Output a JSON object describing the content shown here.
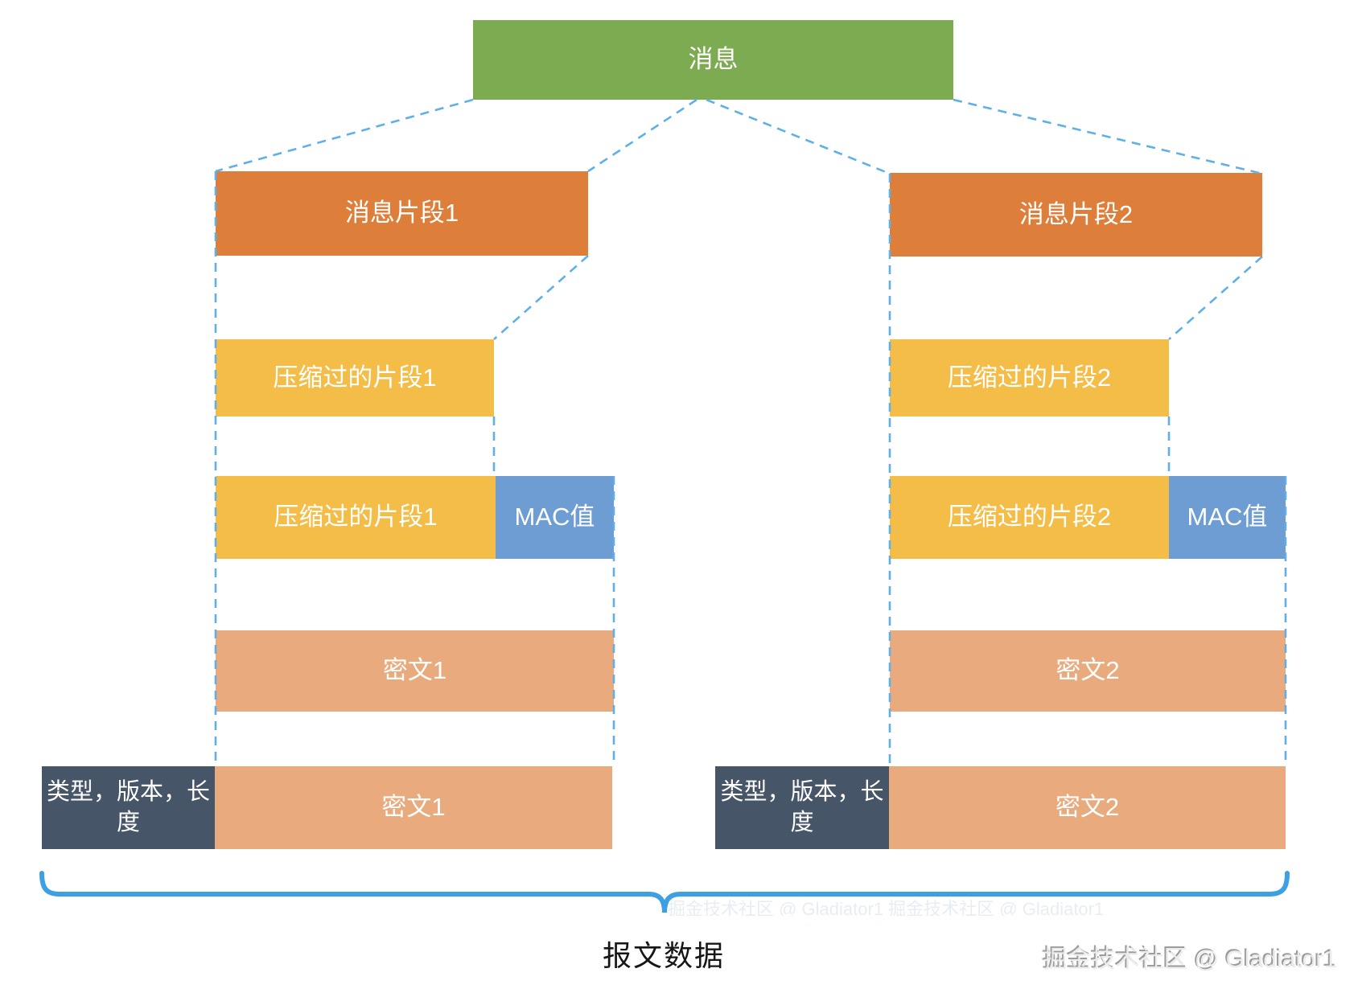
{
  "diagram": {
    "boxes": {
      "message": {
        "label": "消息",
        "color": "#7cab51"
      },
      "fragment1": {
        "label": "消息片段1",
        "color": "#dd7e3b"
      },
      "fragment2": {
        "label": "消息片段2",
        "color": "#dd7e3b"
      },
      "compressed1": {
        "label": "压缩过的片段1",
        "color": "#f4bd48"
      },
      "compressed2": {
        "label": "压缩过的片段2",
        "color": "#f4bd48"
      },
      "compressed1b": {
        "label": "压缩过的片段1",
        "color": "#f4bd48"
      },
      "mac1": {
        "label": "MAC值",
        "color": "#6d9dd3"
      },
      "compressed2b": {
        "label": "压缩过的片段2",
        "color": "#f4bd48"
      },
      "mac2": {
        "label": "MAC值",
        "color": "#6d9dd3"
      },
      "cipher1": {
        "label": "密文1",
        "color": "#e9ab7e"
      },
      "cipher2": {
        "label": "密文2",
        "color": "#e9ab7e"
      },
      "header1": {
        "label": "类型，版本，长度",
        "color": "#475569"
      },
      "cipher1b": {
        "label": "密文1",
        "color": "#e9ab7e"
      },
      "header2": {
        "label": "类型，版本，长度",
        "color": "#475569"
      },
      "cipher2b": {
        "label": "密文2",
        "color": "#e9ab7e"
      }
    },
    "caption": "报文数据",
    "watermark": "掘金技术社区 @ Gladiator1",
    "watermark_faint": "掘金技术社区 @ Gladiator1  掘金技术社区 @ Gladiator1",
    "colors": {
      "dashed_line": "#5fb0e8",
      "brace": "#3da0e2"
    }
  }
}
